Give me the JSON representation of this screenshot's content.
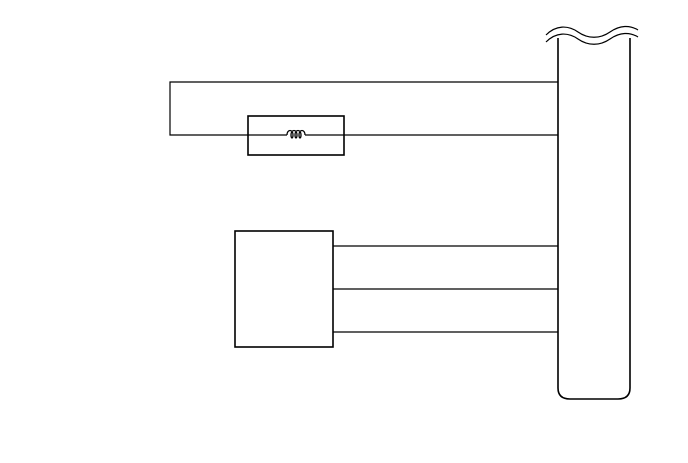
{
  "diagram": {
    "components": [
      {
        "id": "vertical-bus",
        "kind": "bus-bar-with-break"
      },
      {
        "id": "heater-element",
        "kind": "box-with-coil",
        "icon": "coil-icon"
      },
      {
        "id": "connector-block",
        "kind": "plain-box"
      }
    ],
    "connections": [
      {
        "id": "loop-wire-top",
        "from": "vertical-bus",
        "to": "heater-element"
      },
      {
        "id": "loop-wire-bottom",
        "from": "heater-element",
        "to": "vertical-bus"
      },
      {
        "id": "block-wire-1",
        "from": "connector-block",
        "to": "vertical-bus"
      },
      {
        "id": "block-wire-2",
        "from": "connector-block",
        "to": "vertical-bus"
      },
      {
        "id": "block-wire-3",
        "from": "connector-block",
        "to": "vertical-bus"
      }
    ],
    "colors": {
      "stroke": "#000000",
      "background": "#ffffff"
    }
  }
}
